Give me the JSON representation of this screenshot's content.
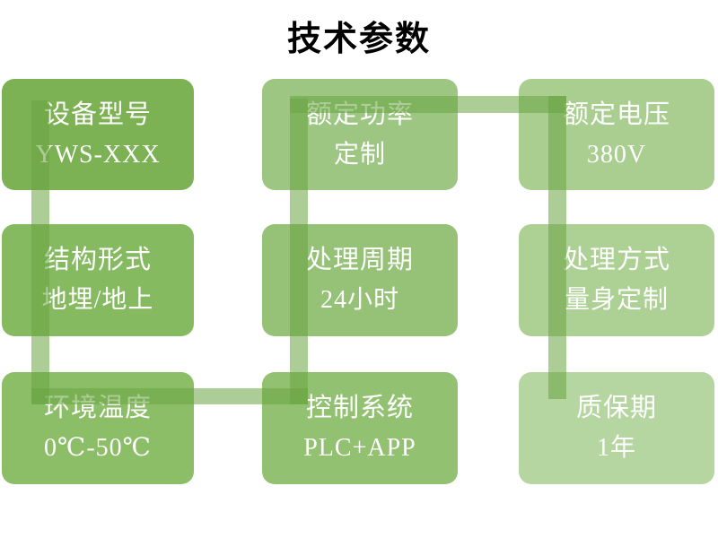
{
  "title": "技术参数",
  "connector": {
    "color": "rgba(106,164,66,0.55)"
  },
  "boxes": [
    {
      "label": "设备型号",
      "value": "YWS-XXX",
      "color": "#7CB254"
    },
    {
      "label": "额定功率",
      "value": "定制",
      "color": "#9CC681"
    },
    {
      "label": "额定电压",
      "value": "380V",
      "color": "#A9CE90"
    },
    {
      "label": "结构形式",
      "value": "地埋/地上",
      "color": "#86BA60"
    },
    {
      "label": "处理周期",
      "value": "24小时",
      "color": "#95C277"
    },
    {
      "label": "处理方式",
      "value": "量身定制",
      "color": "#ADD194"
    },
    {
      "label": "环境温度",
      "value": "0℃-50℃",
      "color": "#8CBE68"
    },
    {
      "label": "控制系统",
      "value": "PLC+APP",
      "color": "#92C171"
    },
    {
      "label": "质保期",
      "value": "1年",
      "color": "#B5D6A0"
    }
  ]
}
